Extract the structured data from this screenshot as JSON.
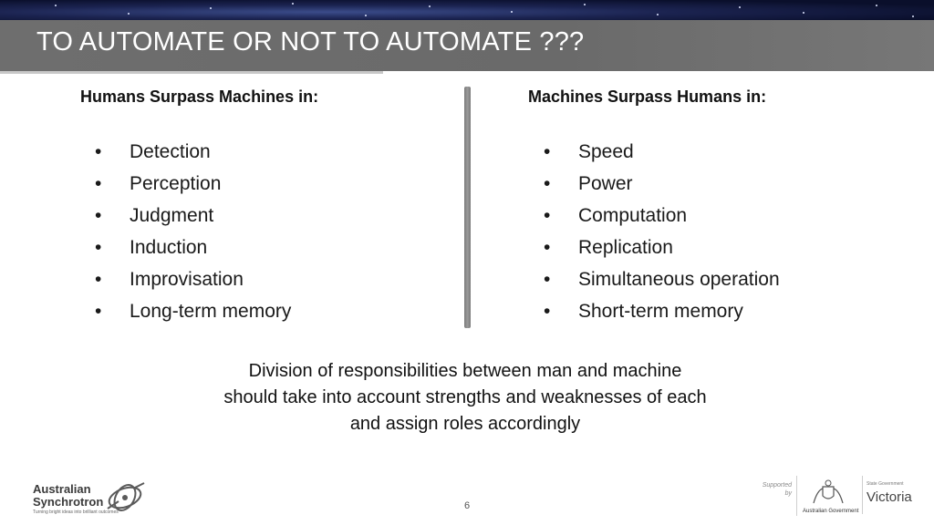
{
  "slide": {
    "title": "TO AUTOMATE OR NOT TO AUTOMATE ???",
    "page_number": "6"
  },
  "left_column": {
    "heading": "Humans Surpass Machines in:",
    "items": [
      "Detection",
      "Perception",
      "Judgment",
      "Induction",
      "Improvisation",
      "Long-term memory"
    ]
  },
  "right_column": {
    "heading": "Machines Surpass Humans in:",
    "items": [
      "Speed",
      "Power",
      "Computation",
      "Replication",
      "Simultaneous operation",
      "Short-term memory"
    ]
  },
  "summary": {
    "line1": "Division of responsibilities between man and machine",
    "line2": "should take into account strengths and weaknesses of each",
    "line3": "and assign roles accordingly"
  },
  "footer": {
    "logo_name_line1": "Australian",
    "logo_name_line2": "Synchrotron",
    "logo_tagline": "Turning bright ideas into brilliant outcomes",
    "supported_line1": "Supported",
    "supported_line2": "by",
    "crest_caption": "Australian Government",
    "vic_small": "State Government",
    "vic_big": "Victoria"
  },
  "bullet_char": "•",
  "colors": {
    "title_bar": "#6e6e6e",
    "title_text": "#ffffff",
    "divider": "#8a8a8a"
  }
}
